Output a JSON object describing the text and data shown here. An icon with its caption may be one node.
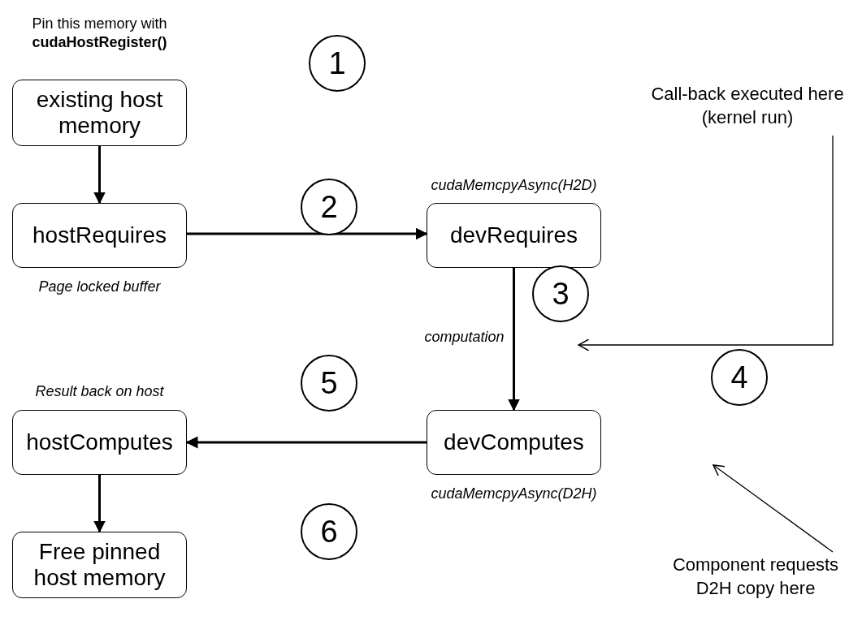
{
  "diagram": {
    "nodes": [
      {
        "text": [
          "existing host memory"
        ],
        "beside": [
          "Pin this memory with **cudaHostRegister()**"
        ]
      },
      {
        "text": [
          "hostRequires"
        ],
        "beside": [
          "Page locked buffer"
        ]
      },
      {
        "text": [
          "devRequires"
        ],
        "beside": [
          "cudaMemcpyAsync(H2D)"
        ]
      },
      {
        "text": [
          "devComputes"
        ],
        "beside": [
          "cudaMemcpyAsync(D2H)"
        ]
      },
      {
        "text": [
          "hostComputes"
        ],
        "beside": [
          "Result back on host"
        ]
      },
      {
        "text": [
          "Free pinned host memory"
        ]
      },
      {
        "text": [
          "1"
        ]
      },
      {
        "text": [
          "2"
        ]
      },
      {
        "text": [
          "3"
        ]
      },
      {
        "text": [
          "4"
        ]
      },
      {
        "text": [
          "5"
        ]
      },
      {
        "text": [
          "6"
        ]
      },
      {
        "text": [
          "Call-back executed here (kernel run)"
        ]
      },
      {
        "text": [
          "Component requests D2H copy here"
        ]
      }
    ],
    "edges": [
      {
        "from": 0,
        "to": 1,
        "arrow": "to"
      },
      {
        "from": 1,
        "to": 2,
        "arrow": "to"
      },
      {
        "from": 2,
        "to": 3,
        "arrow": "to",
        "label": "computation"
      },
      {
        "from": 3,
        "to": 4,
        "arrow": "to"
      },
      {
        "from": 4,
        "to": 5,
        "arrow": "to"
      },
      {
        "from": 12,
        "to": null,
        "arrow": "to"
      },
      {
        "from": 13,
        "to": null,
        "arrow": "to"
      }
    ]
  }
}
